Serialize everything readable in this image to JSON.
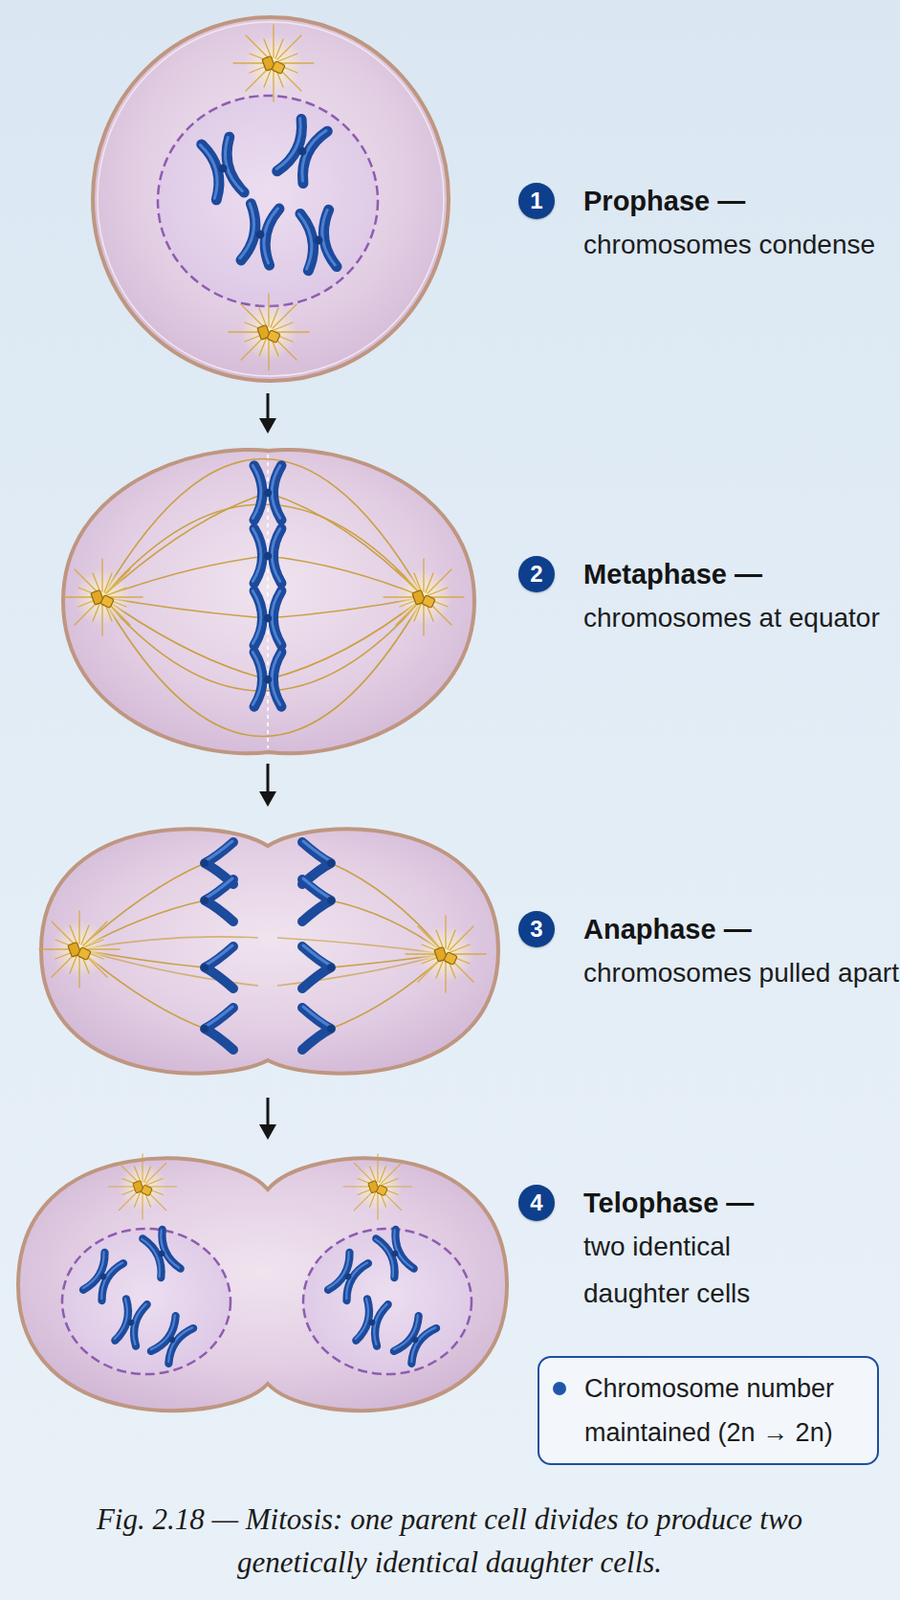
{
  "diagram": {
    "caption": "Fig. 2.18 — Mitosis: one parent cell divides to produce two genetically identical daughter cells.",
    "nodes": [
      {
        "text": [
          "1",
          "Prophase —",
          "chromosomes condense"
        ]
      },
      {
        "text": [
          "2",
          "Metaphase —",
          "chromosomes at equator"
        ]
      },
      {
        "text": [
          "3",
          "Anaphase —",
          "chromosomes pulled apart"
        ]
      },
      {
        "text": [
          "4",
          "Telophase —",
          "two identical daughter cells"
        ]
      },
      {
        "text": [
          "Chromosome number maintained (2n → 2n)"
        ]
      }
    ]
  }
}
